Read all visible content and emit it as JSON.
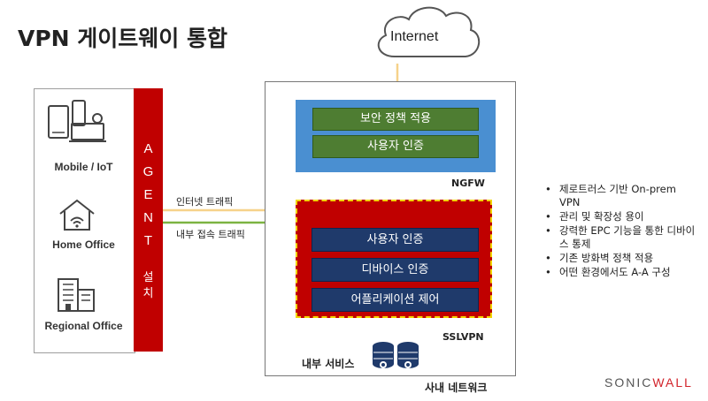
{
  "title": "VPN 게이트웨이 통합",
  "devices": {
    "mobile_label": "Mobile / IoT",
    "home_label": "Home Office",
    "regional_label": "Regional Office"
  },
  "agent": {
    "letters": [
      "A",
      "G",
      "E",
      "N",
      "T"
    ],
    "install_label": [
      "설",
      "치"
    ]
  },
  "traffic": {
    "internet_label": "인터넷 트래픽",
    "internal_label": "내부 접속 트래픽"
  },
  "cloud": {
    "label": "Internet"
  },
  "ngfw": {
    "label": "NGFW",
    "items": [
      "보안 정책 적용",
      "사용자 인증"
    ]
  },
  "sslvpn": {
    "label": "SSLVPN",
    "items": [
      "사용자 인증",
      "디바이스 인증",
      "어플리케이션 제어"
    ]
  },
  "internal_service_label": "내부 서비스",
  "network_label": "사내 네트워크",
  "bullets": [
    "제로트러스 기반 On-prem VPN",
    "관리 및 확장성 용이",
    "강력한 EPC 기능을 통한 디바이스 통제",
    "기존 방화벽 정책 적용",
    "어떤 환경에서도 A-A 구성"
  ],
  "logo": {
    "part1": "SONIC",
    "part2": "WALL"
  },
  "colors": {
    "agent_red": "#c00000",
    "ngfw_blue": "#4a8fd1",
    "policy_green": "#4e7d32",
    "auth_navy": "#1f3a6b",
    "internet_line": "#f6d28a",
    "internal_line": "#7cb342"
  }
}
